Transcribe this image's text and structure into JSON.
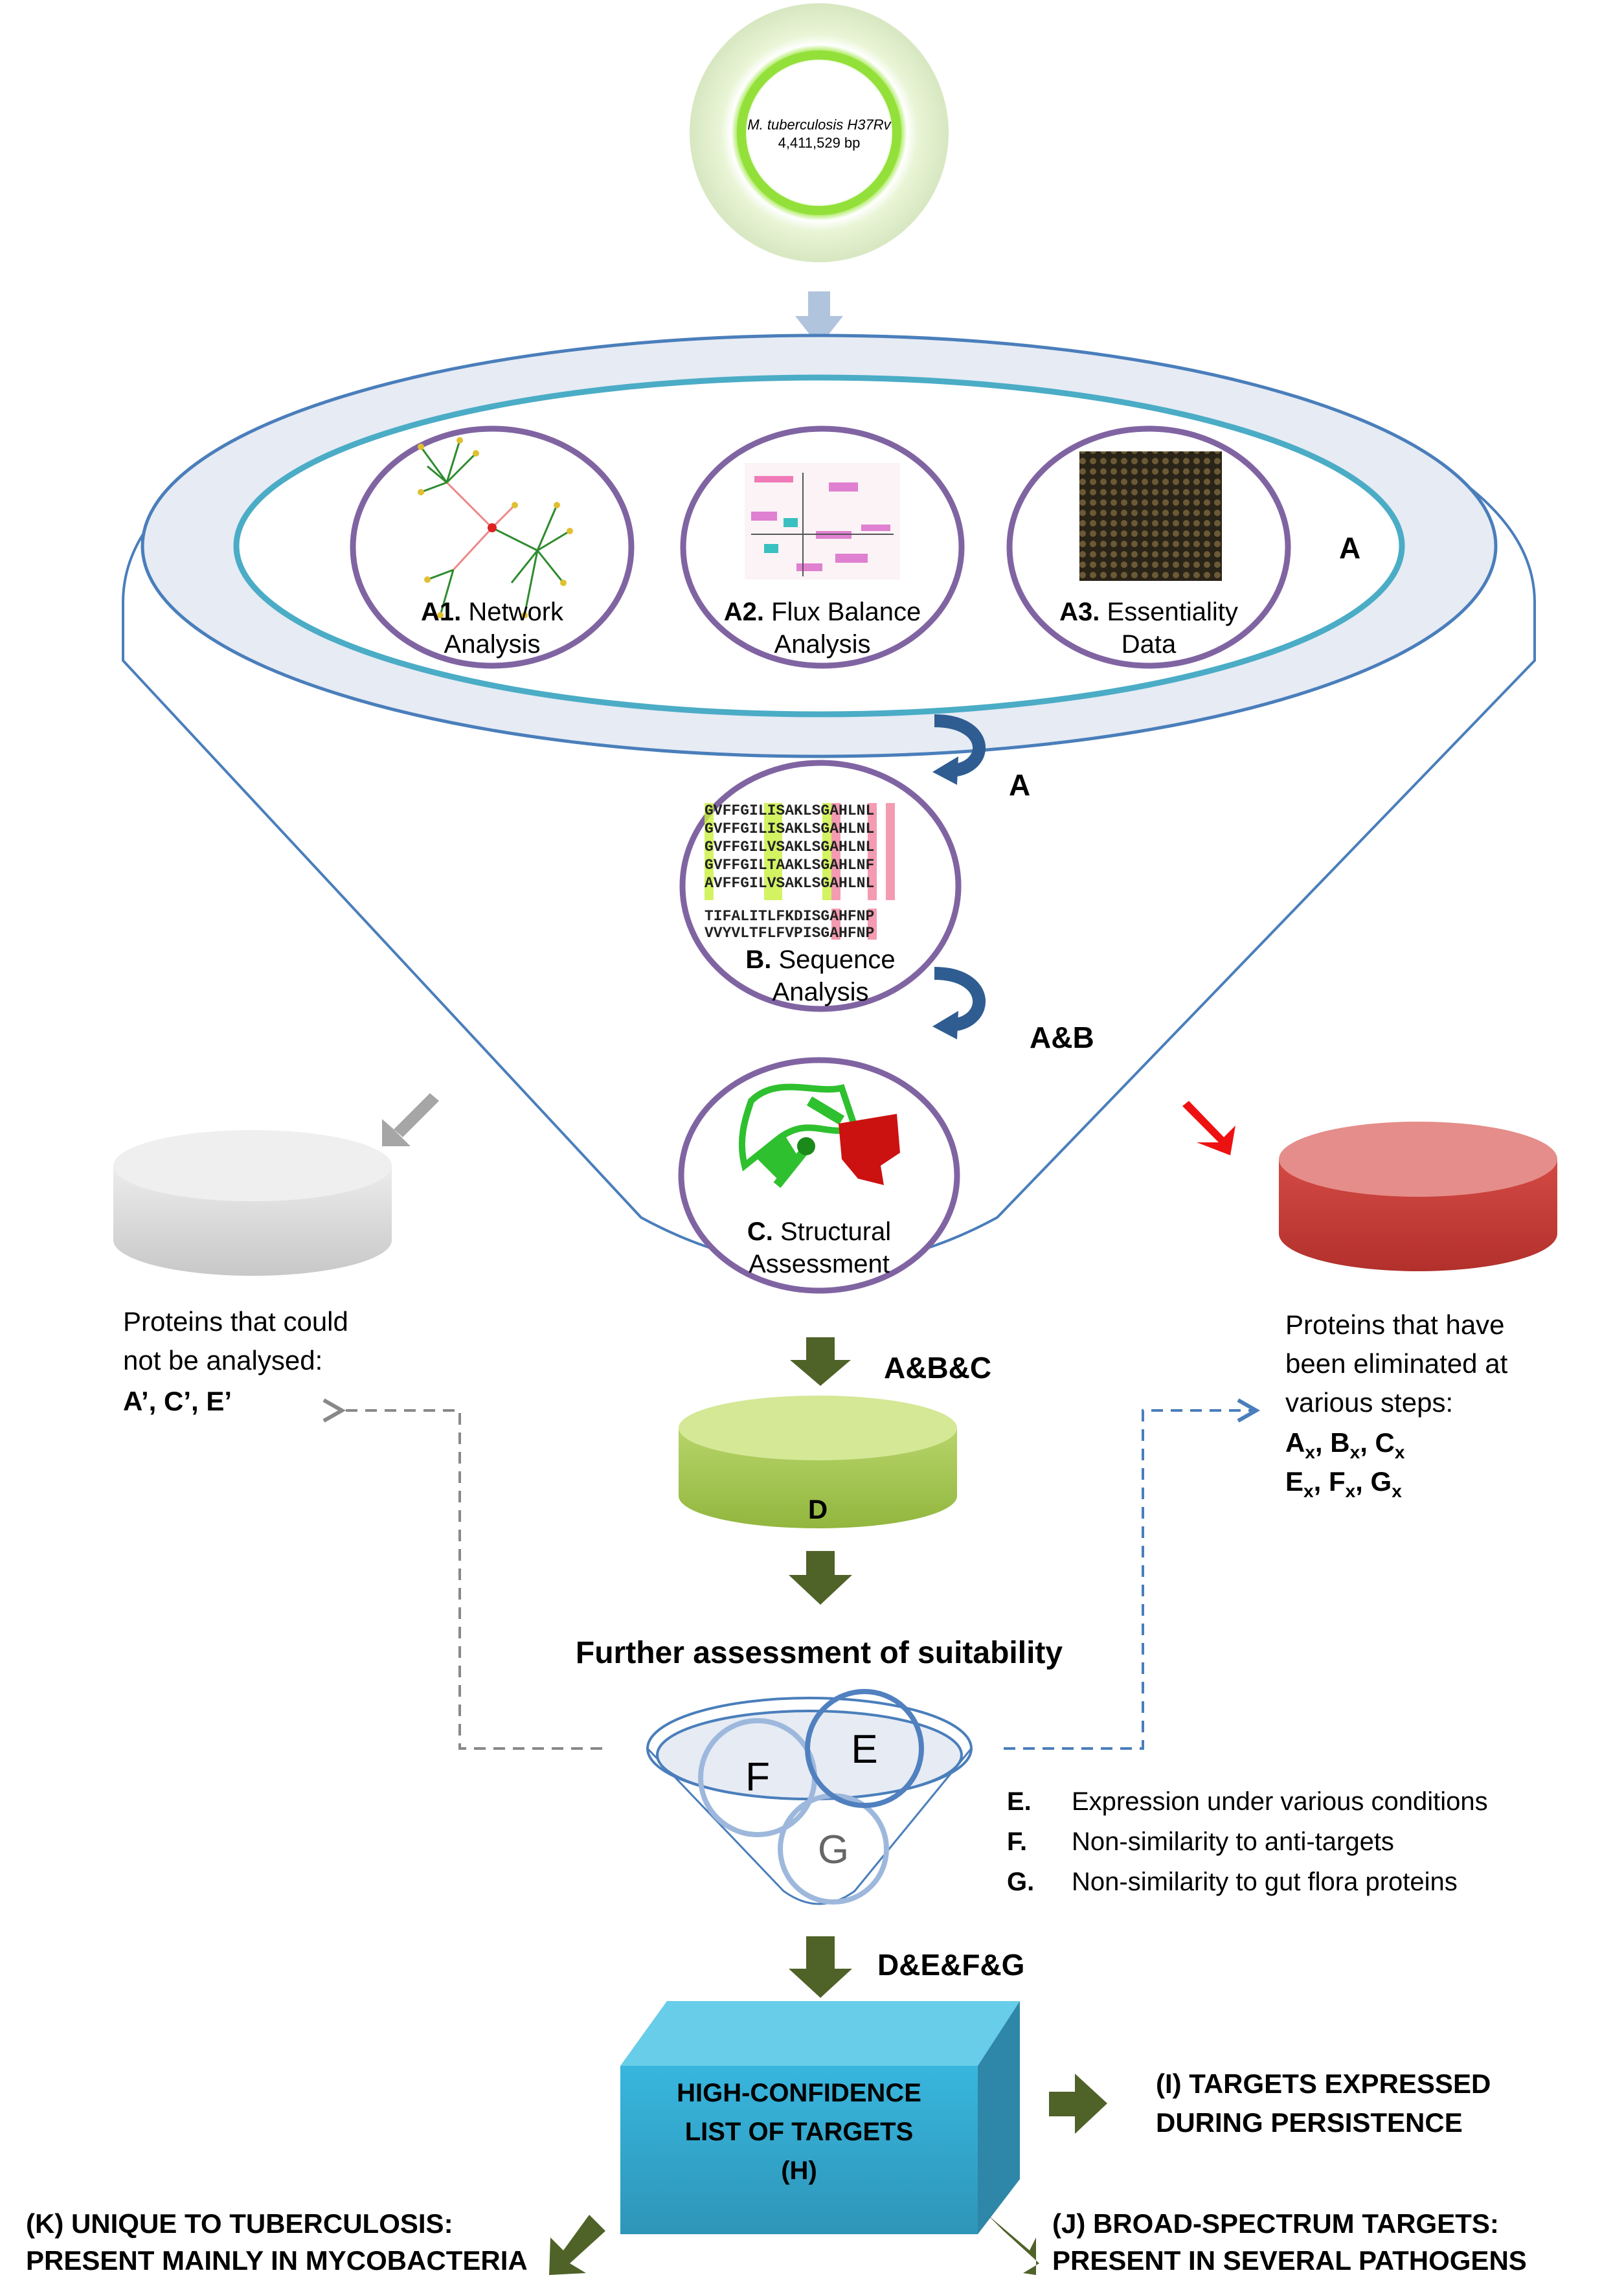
{
  "genome": {
    "organism": "M. tuberculosis H37Rv",
    "size": "4,411,529 bp"
  },
  "stage_a": {
    "label": "A",
    "methods": [
      {
        "code": "A1.",
        "name_line1": "Network",
        "name_line2": "Analysis"
      },
      {
        "code": "A2.",
        "name_line1": "Flux Balance",
        "name_line2": "Analysis"
      },
      {
        "code": "A3.",
        "name_line1": "Essentiality",
        "name_line2": "Data"
      }
    ]
  },
  "stage_b": {
    "arrow_label": "A",
    "code": "B.",
    "name_line1": "Sequence",
    "name_line2": "Analysis",
    "alignment_block1": [
      "GVFFGILISAKLSGAHLNL",
      "GVFFGILISAKLSGAHLNL",
      "GVFFGILVSAKLSGAHLNL",
      "GVFFGILTAAKLSGAHLNF",
      "AVFFGILVSAKLSGAHLNL"
    ],
    "alignment_block2": [
      "TIFALITLFKDISGAHFNP",
      "VVYVLTFLFVPISGAHFNP"
    ]
  },
  "stage_c": {
    "arrow_label": "A&B",
    "code": "C.",
    "name_line1": "Structural",
    "name_line2": "Assessment"
  },
  "not_analysed": {
    "line1": "Proteins that could",
    "line2": "not be analysed:",
    "codes": "A’, C’, E’"
  },
  "eliminated": {
    "line1": "Proteins that have",
    "line2": "been eliminated at",
    "line3": "various steps:",
    "codes_row1": [
      {
        "base": "A",
        "sub": "x"
      },
      {
        "base": "B",
        "sub": "x"
      },
      {
        "base": "C",
        "sub": "x"
      }
    ],
    "codes_row2": [
      {
        "base": "E",
        "sub": "x"
      },
      {
        "base": "F",
        "sub": "x"
      },
      {
        "base": "G",
        "sub": "x"
      }
    ]
  },
  "stage_d": {
    "arrow_label": "A&B&C",
    "label": "D"
  },
  "further": {
    "title": "Further assessment of suitability",
    "circles": [
      "E",
      "F",
      "G"
    ],
    "legend": [
      {
        "key": "E.",
        "text": "Expression under various conditions"
      },
      {
        "key": "F.",
        "text": "Non-similarity to anti-targets"
      },
      {
        "key": "G.",
        "text": "Non-similarity to gut flora proteins"
      }
    ]
  },
  "final": {
    "arrow_label": "D&E&F&G",
    "box_line1": "HIGH-CONFIDENCE",
    "box_line2": "LIST OF TARGETS",
    "box_line3": "(H)",
    "out_i_line1": "(I) TARGETS EXPRESSED",
    "out_i_line2": "DURING PERSISTENCE",
    "out_k_line1": "(K) UNIQUE TO TUBERCULOSIS:",
    "out_k_line2": "PRESENT MAINLY IN MYCOBACTERIA",
    "out_j_line1": "(J) BROAD-SPECTRUM TARGETS:",
    "out_j_line2": "PRESENT IN SEVERAL PATHOGENS"
  },
  "colors": {
    "funnel_stroke": "#4a7ebb",
    "band_fill": "#e6ebf4",
    "teal_ring": "#4bacc6",
    "method_ring": "#8064a2",
    "flow_arrow": "#4f6228",
    "red_disc": "#c0392b",
    "green_disc": "#9bbb59",
    "cube": "#31a9cf"
  }
}
